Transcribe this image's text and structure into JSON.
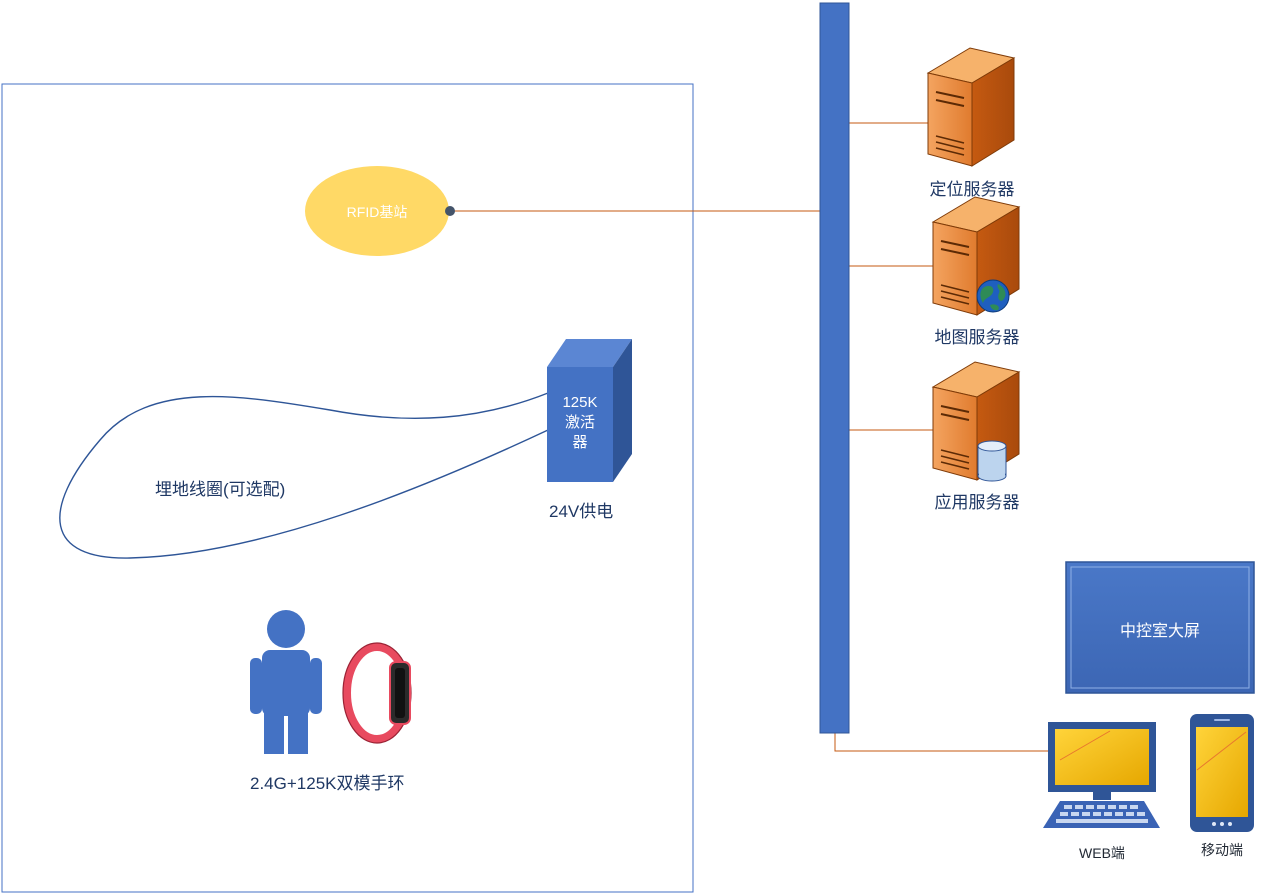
{
  "zone": {
    "rfid": {
      "label": "RFID基站"
    },
    "activator": {
      "label_lines": [
        "125K",
        "激活",
        "器"
      ],
      "power_label": "24V供电"
    },
    "loop": {
      "label": "埋地线圈(可选配)"
    },
    "bracelet": {
      "label": "2.4G+125K双模手环"
    }
  },
  "servers": [
    {
      "label": "定位服务器",
      "overlay": "none"
    },
    {
      "label": "地图服务器",
      "overlay": "globe-icon"
    },
    {
      "label": "应用服务器",
      "overlay": "database-icon"
    }
  ],
  "clients": {
    "big_screen": {
      "label": "中控室大屏"
    },
    "web": {
      "label": "WEB端"
    },
    "mobile": {
      "label": "移动端"
    }
  },
  "colors": {
    "bus": "#4472c4",
    "server_orange": "#ed7d31",
    "link_line": "#c55a11",
    "rfid_fill": "#ffd966",
    "loop_line": "#2e5597",
    "screen_yellow": "#ffc000"
  }
}
